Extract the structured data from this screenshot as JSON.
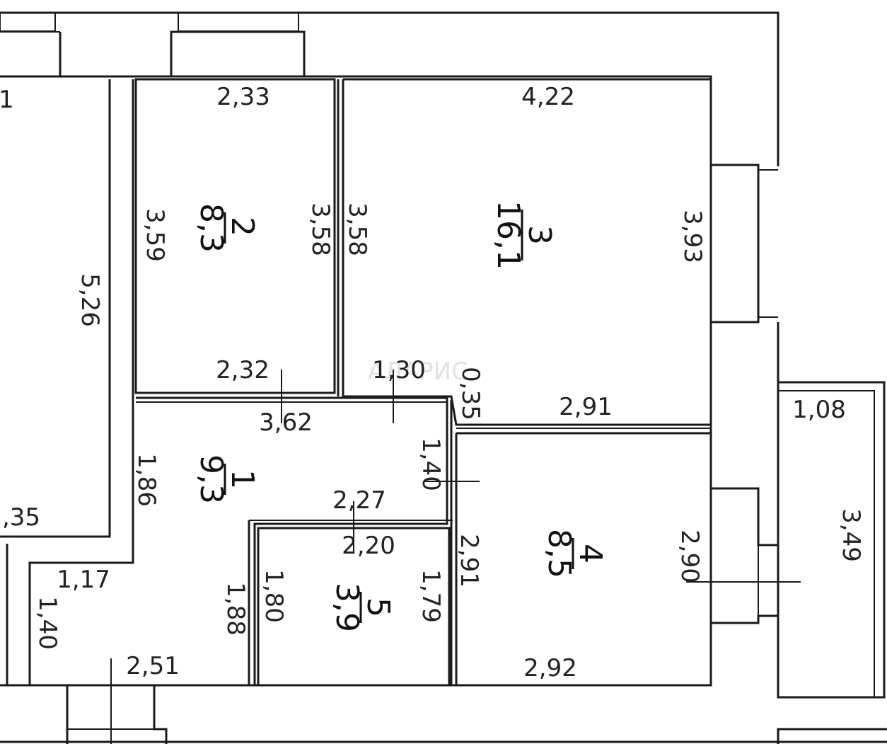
{
  "watermark": "АЛАРИС",
  "rooms": [
    {
      "id": "1",
      "number": "1",
      "area": "9,3"
    },
    {
      "id": "2",
      "number": "2",
      "area": "8,3"
    },
    {
      "id": "3",
      "number": "3",
      "area": "16,1"
    },
    {
      "id": "4",
      "number": "4",
      "area": "8,5"
    },
    {
      "id": "5",
      "number": "5",
      "area": "3,9"
    }
  ],
  "dimensions": [
    "2,33",
    "4,22",
    "3,59",
    "3,58",
    "3,58",
    "3,93",
    "5,26",
    "2,32",
    "1,30",
    "0,35",
    "2,91",
    "3,62",
    "1,08",
    "1,40",
    "1,86",
    "2,27",
    "2,20",
    "2,91",
    "2,90",
    "3,49",
    "1,17",
    "1,80",
    "1,79",
    "1,88",
    "1,40",
    "2,51",
    "2,92",
    ",35",
    "1"
  ]
}
